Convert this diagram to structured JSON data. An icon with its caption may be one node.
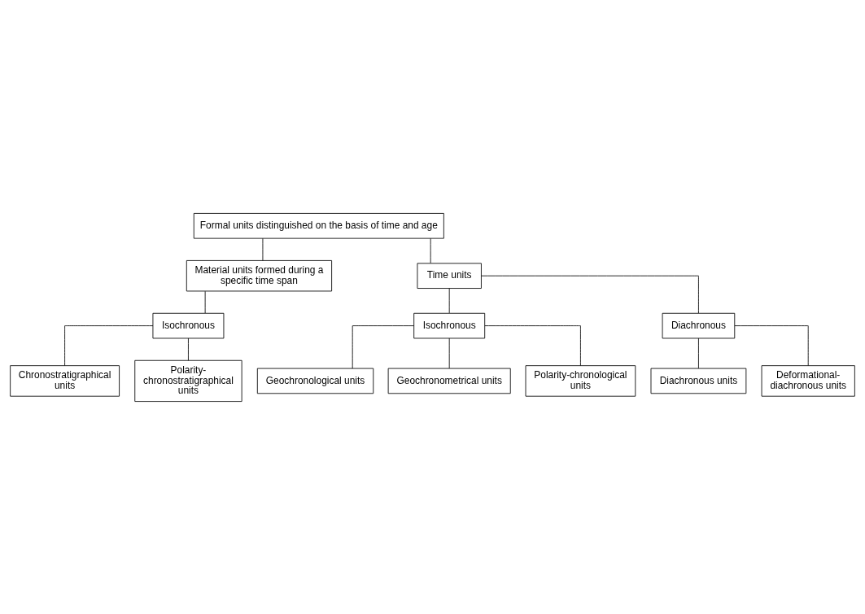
{
  "diagram": {
    "nodes": [
      {
        "text": [
          "Formal units distinguished on the basis of time and age"
        ]
      },
      {
        "text": [
          "Material units formed during a specific time span"
        ]
      },
      {
        "text": [
          "Time units"
        ]
      },
      {
        "text": [
          "Isochronous"
        ]
      },
      {
        "text": [
          "Isochronous"
        ]
      },
      {
        "text": [
          "Diachronous"
        ]
      },
      {
        "text": [
          "Chronostratigraphical units"
        ]
      },
      {
        "text": [
          "Polarity-chronostratigraphical units"
        ]
      },
      {
        "text": [
          "Geochronological units"
        ]
      },
      {
        "text": [
          "Geochronometrical units"
        ]
      },
      {
        "text": [
          "Polarity-chronological units"
        ]
      },
      {
        "text": [
          "Diachronous units"
        ]
      },
      {
        "text": [
          "Deformational-diachronous units"
        ]
      }
    ],
    "edges": [
      {
        "from": 0,
        "to": 1,
        "arrow": "none"
      },
      {
        "from": 0,
        "to": 2,
        "arrow": "none"
      },
      {
        "from": 1,
        "to": 3,
        "arrow": "none"
      },
      {
        "from": 2,
        "to": 4,
        "arrow": "none"
      },
      {
        "from": 2,
        "to": 5,
        "arrow": "none"
      },
      {
        "from": 3,
        "to": 6,
        "arrow": "none"
      },
      {
        "from": 3,
        "to": 7,
        "arrow": "none"
      },
      {
        "from": 4,
        "to": 8,
        "arrow": "none"
      },
      {
        "from": 4,
        "to": 9,
        "arrow": "none"
      },
      {
        "from": 4,
        "to": 10,
        "arrow": "none"
      },
      {
        "from": 5,
        "to": 11,
        "arrow": "none"
      },
      {
        "from": 5,
        "to": 12,
        "arrow": "none"
      }
    ]
  }
}
